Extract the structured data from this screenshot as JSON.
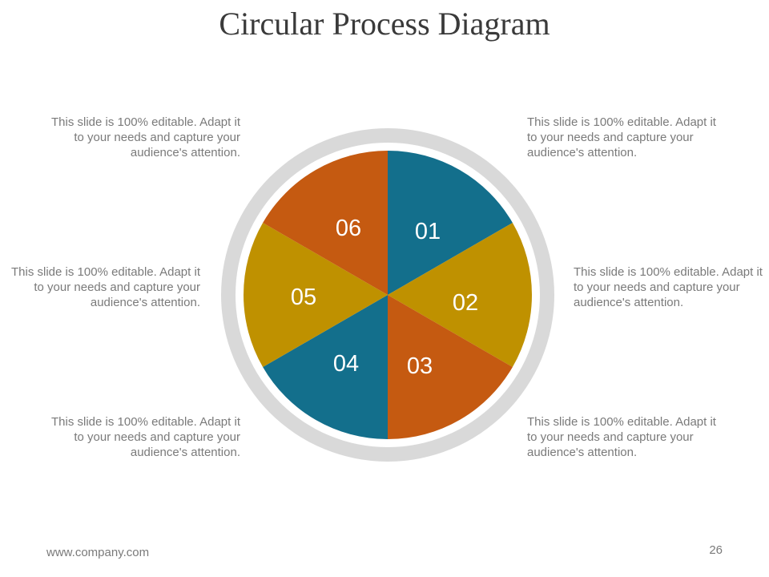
{
  "title": "Circular Process Diagram",
  "colors": {
    "ring": "#d9d9d9",
    "teal": "#136f8c",
    "gold": "#bf9100",
    "orange": "#c55a11",
    "number": "#ffffff"
  },
  "segments": [
    {
      "number": "01",
      "color": "#136f8c"
    },
    {
      "number": "02",
      "color": "#bf9100"
    },
    {
      "number": "03",
      "color": "#c55a11"
    },
    {
      "number": "04",
      "color": "#136f8c"
    },
    {
      "number": "05",
      "color": "#bf9100"
    },
    {
      "number": "06",
      "color": "#c55a11"
    }
  ],
  "descriptions": {
    "top_left": "This slide is 100% editable. Adapt it to your needs and capture your audience's attention.",
    "top_right": "This slide is 100% editable. Adapt it to your needs and capture your audience's attention.",
    "middle_left": "This slide is 100% editable. Adapt it to your needs and capture your audience's attention.",
    "middle_right": "This slide is 100% editable. Adapt it to your needs and capture your audience's attention.",
    "bottom_left": "This slide is 100% editable. Adapt it to your needs and capture your audience's attention.",
    "bottom_right": "This slide is 100% editable. Adapt it to your needs and capture your audience's attention."
  },
  "footer": {
    "url": "www.company.com",
    "page": "26"
  }
}
